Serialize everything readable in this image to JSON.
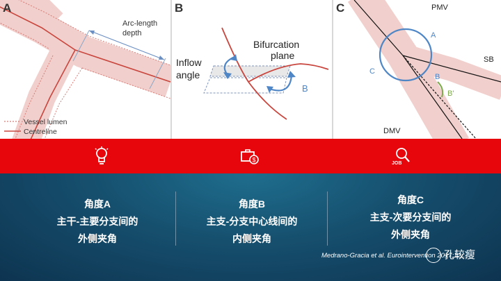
{
  "panels": {
    "a": {
      "label": "A",
      "arc_label_1": "Arc-length",
      "arc_label_2": "depth",
      "legend_lumen": "Vessel lumen",
      "legend_centreline": "Centreline"
    },
    "b": {
      "label": "B",
      "bifurcation_1": "Bifurcation",
      "bifurcation_2": "plane",
      "inflow_1": "Inflow",
      "inflow_2": "angle",
      "b_marker": "B"
    },
    "c": {
      "label": "C",
      "pmv": "PMV",
      "sb": "SB",
      "dmv": "DMV",
      "angle_a": "A",
      "angle_b": "B",
      "angle_c": "C",
      "angle_b_prime": "B'"
    }
  },
  "icons": [
    "lightbulb-head-icon",
    "money-briefcase-icon",
    "job-search-icon"
  ],
  "angles": [
    {
      "title": "角度A",
      "line2": "主干-主要分支间的",
      "line3": "外侧夹角"
    },
    {
      "title": "角度B",
      "line2": "主支-分支中心线间的",
      "line3": "内侧夹角"
    },
    {
      "title": "角度C",
      "line2": "主支-次要分支间的",
      "line3": "外侧夹角"
    }
  ],
  "citation": "Medrano-Gracia et al. Eurointervention 2017;12:...",
  "watermark": "孔较瘦",
  "colors": {
    "accent_red": "#e8060d",
    "vessel_pink": "#f4d3d1",
    "centreline": "#c8463e",
    "arrow_blue": "#4f86c6"
  }
}
